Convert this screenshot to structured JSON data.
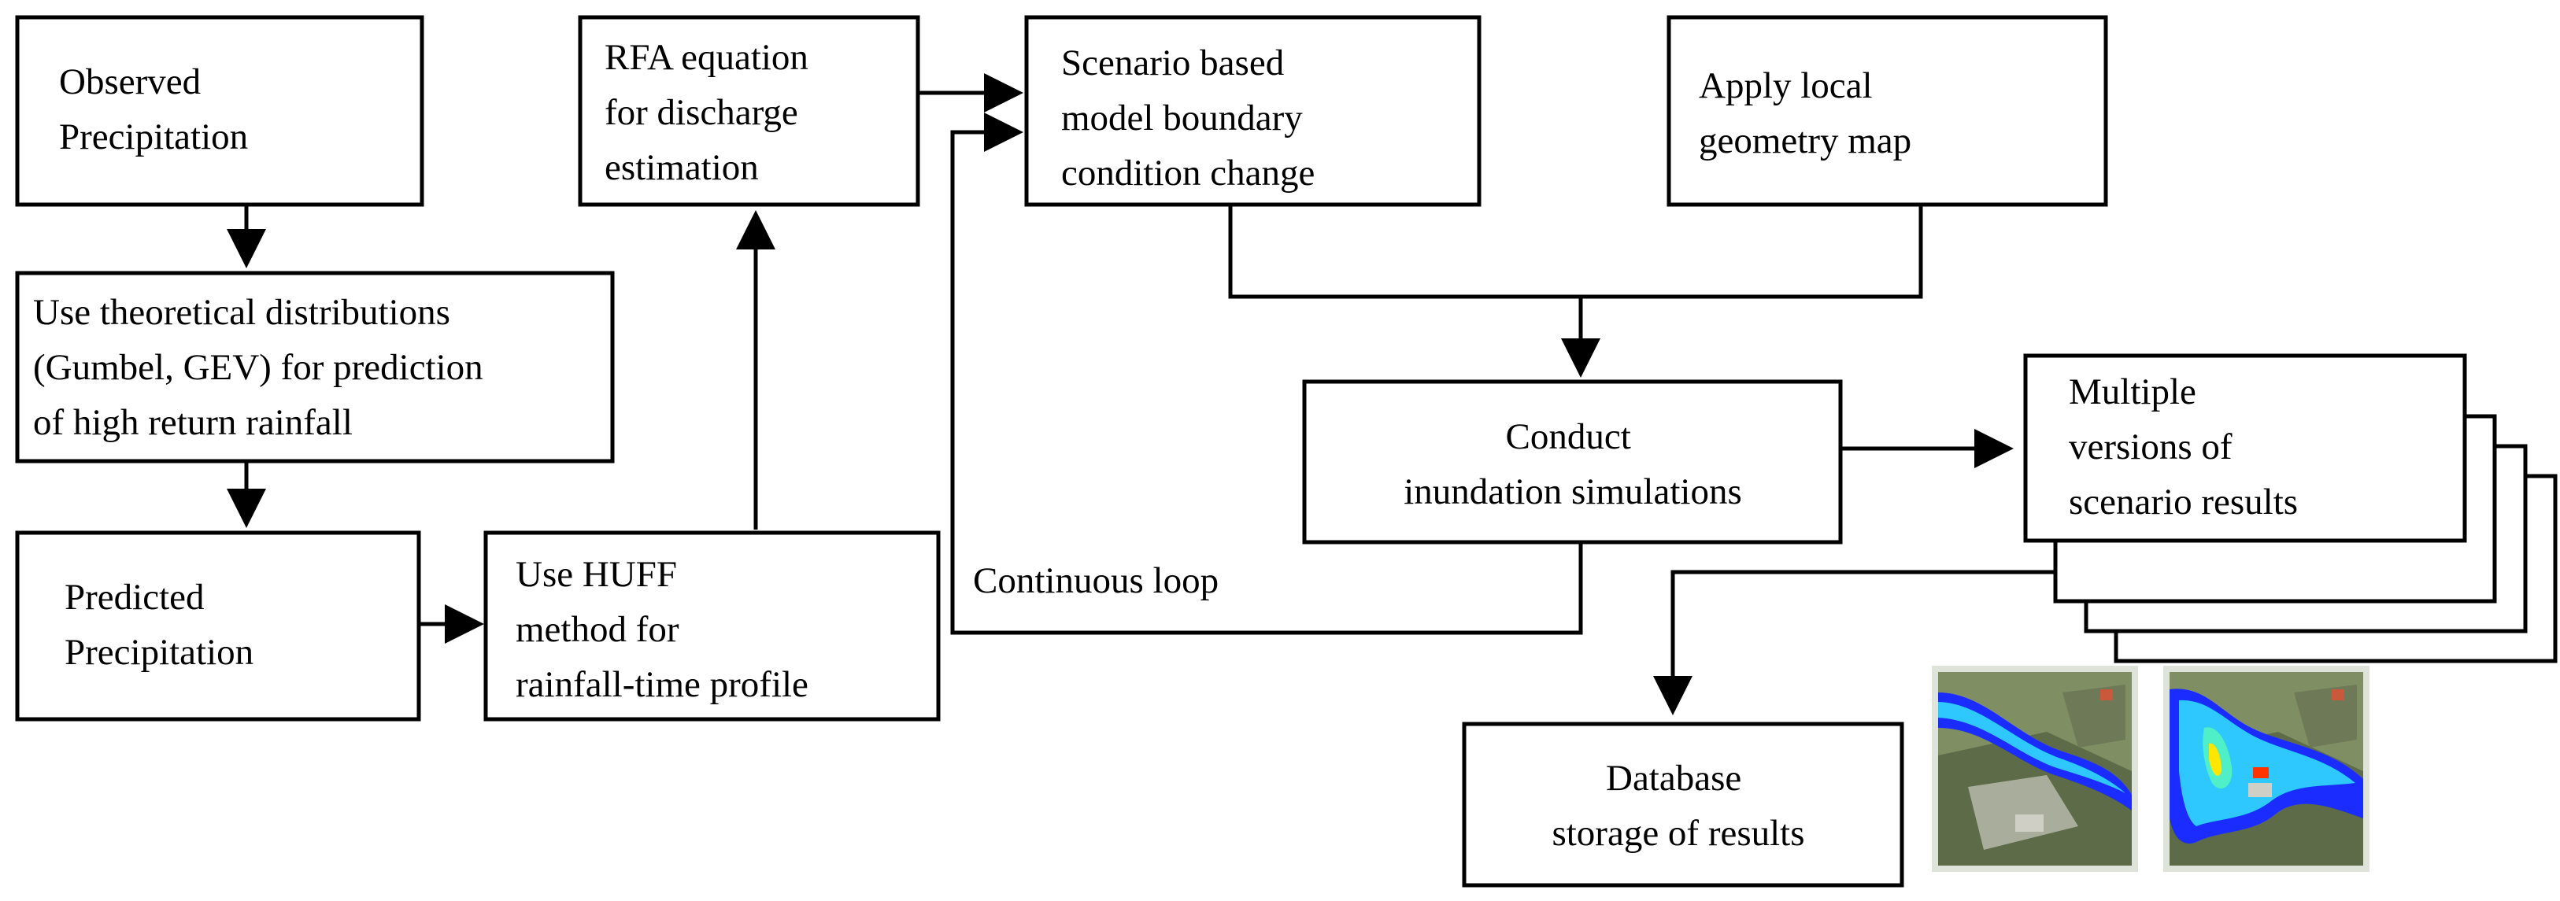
{
  "colors": {
    "stroke": "#000000",
    "text": "#000000",
    "background": "#ffffff",
    "flood_deep": "#1a2cff",
    "flood_shallow": "#2ec8ff",
    "flood_mid": "#4ff0c8",
    "flood_high": "#ffe600",
    "flood_peak": "#ff3300"
  },
  "nodes": {
    "observed": {
      "lines": [
        "Observed",
        "Precipitation"
      ]
    },
    "distributions": {
      "lines": [
        "Use theoretical distributions",
        "(Gumbel, GEV) for prediction",
        "of high return rainfall"
      ]
    },
    "predicted": {
      "lines": [
        "Predicted",
        "Precipitation"
      ]
    },
    "huff": {
      "lines": [
        "Use HUFF",
        "method for",
        "rainfall-time profile"
      ]
    },
    "rfa": {
      "lines": [
        "RFA equation",
        "for discharge",
        "estimation"
      ]
    },
    "scenario": {
      "lines": [
        "Scenario based",
        "model boundary",
        "condition change"
      ]
    },
    "geometry": {
      "lines": [
        "Apply local",
        "geometry map"
      ]
    },
    "simulation": {
      "lines": [
        "Conduct",
        "inundation simulations"
      ]
    },
    "results": {
      "lines": [
        "Multiple",
        "versions of",
        "scenario results"
      ]
    },
    "database": {
      "lines": [
        "Database",
        "storage of results"
      ]
    }
  },
  "edge_labels": {
    "loop": "Continuous loop"
  },
  "images": [
    {
      "name": "inundation-map-before",
      "icon": "satellite-flood-map"
    },
    {
      "name": "inundation-map-after",
      "icon": "satellite-flood-map"
    }
  ]
}
